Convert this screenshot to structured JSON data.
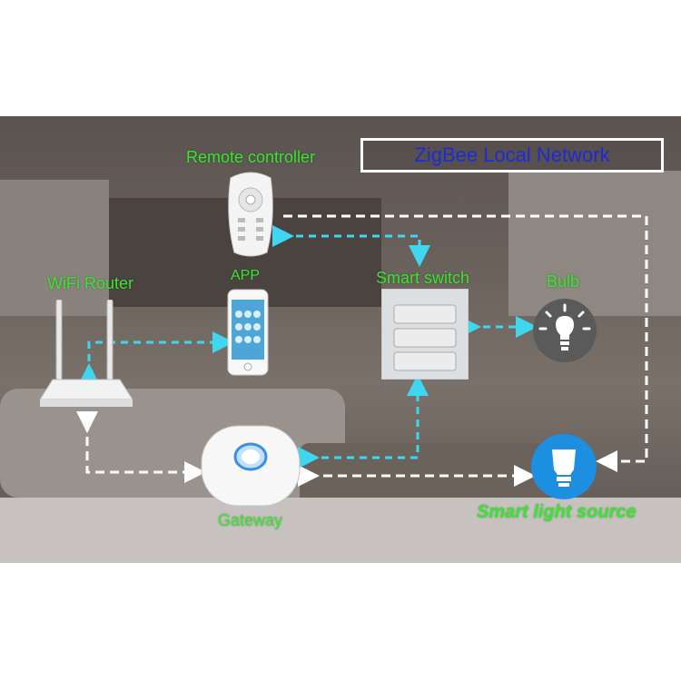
{
  "title": "ZigBee Local Network",
  "nodes": {
    "remote": "Remote controller",
    "app": "APP",
    "router": "WiFi Router",
    "switch": "Smart switch",
    "bulb": "Bulb",
    "gateway": "Gateway",
    "light": "Smart light source"
  },
  "colors": {
    "label_green": "#37e62f",
    "title_blue": "#1c2bd6",
    "wifi_link": "#3fd7f0",
    "zigbee_link": "#ffffff"
  }
}
